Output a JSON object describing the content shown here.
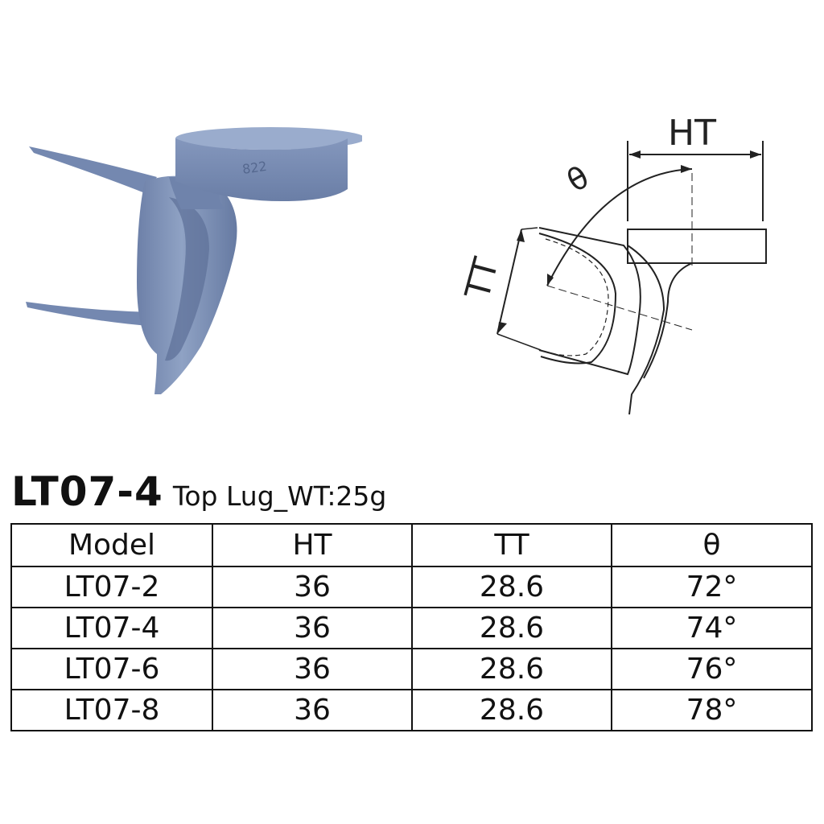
{
  "heading": {
    "code": "LT07-4",
    "description": "Top Lug_WT:25g"
  },
  "drawing": {
    "ht_label": "HT",
    "tt_label": "TT",
    "theta_label": "θ"
  },
  "photo": {
    "engraving": "822"
  },
  "table": {
    "headers": [
      "Model",
      "HT",
      "TT",
      "θ"
    ],
    "rows": [
      [
        "LT07-2",
        "36",
        "28.6",
        "72°"
      ],
      [
        "LT07-4",
        "36",
        "28.6",
        "74°"
      ],
      [
        "LT07-6",
        "36",
        "28.6",
        "76°"
      ],
      [
        "LT07-8",
        "36",
        "28.6",
        "78°"
      ]
    ]
  },
  "colors": {
    "part_body": "#7f93b8",
    "part_shadow": "#5d6f96",
    "part_highlight": "#a9b8d4",
    "line": "#222222"
  }
}
